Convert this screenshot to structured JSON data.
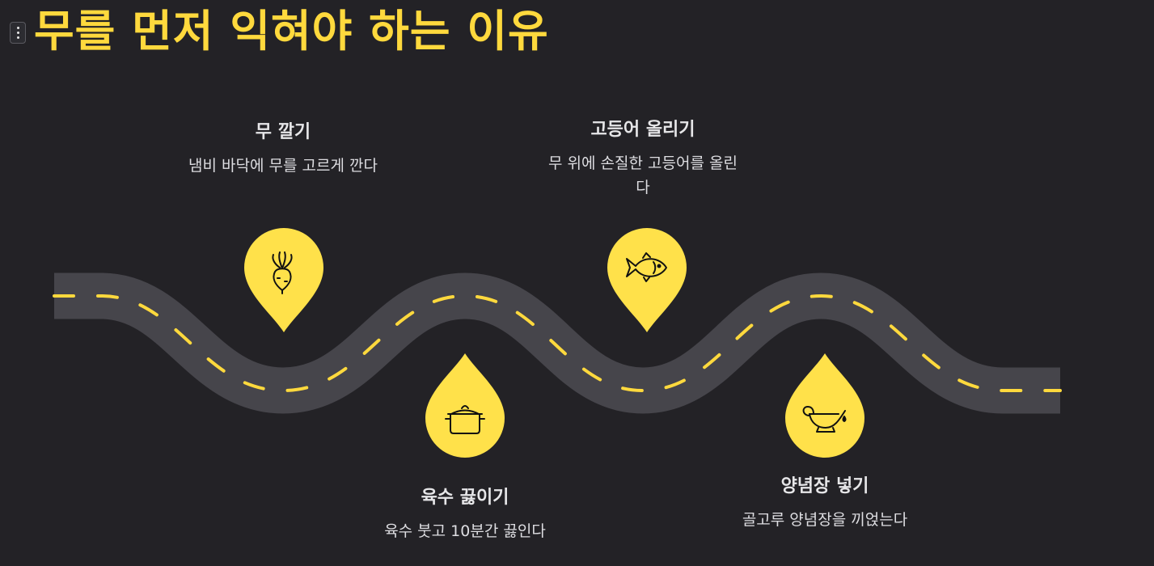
{
  "title": "무를 먼저 익혀야 하는 이유",
  "menu_icon": "vertical-ellipsis-icon",
  "colors": {
    "background": "#232226",
    "road": "#46454b",
    "road_dash": "#ffd93d",
    "pin": "#ffe14a",
    "icon_stroke": "#111111",
    "title": "#ffd93d",
    "text": "#e6e6e8"
  },
  "steps": [
    {
      "title": "무 깔기",
      "description": "냄비 바닥에 무를 고르게 깐다",
      "icon": "radish-icon"
    },
    {
      "title": "육수 끓이기",
      "description": "육수 붓고 10분간 끓인다",
      "icon": "pot-icon"
    },
    {
      "title": "고등어 올리기",
      "description": "무 위에 손질한 고등어를 올린다",
      "icon": "fish-icon"
    },
    {
      "title": "양념장 넣기",
      "description": "골고루 양념장을 끼얹는다",
      "icon": "gravy-boat-icon"
    }
  ]
}
